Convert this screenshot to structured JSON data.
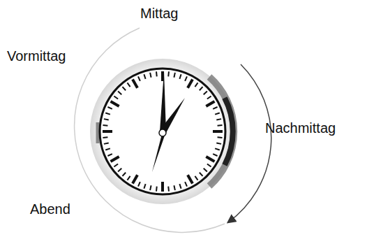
{
  "diagram": {
    "labels": [
      "Mittag",
      "Vormittag",
      "Nachmittag",
      "Abend"
    ]
  }
}
